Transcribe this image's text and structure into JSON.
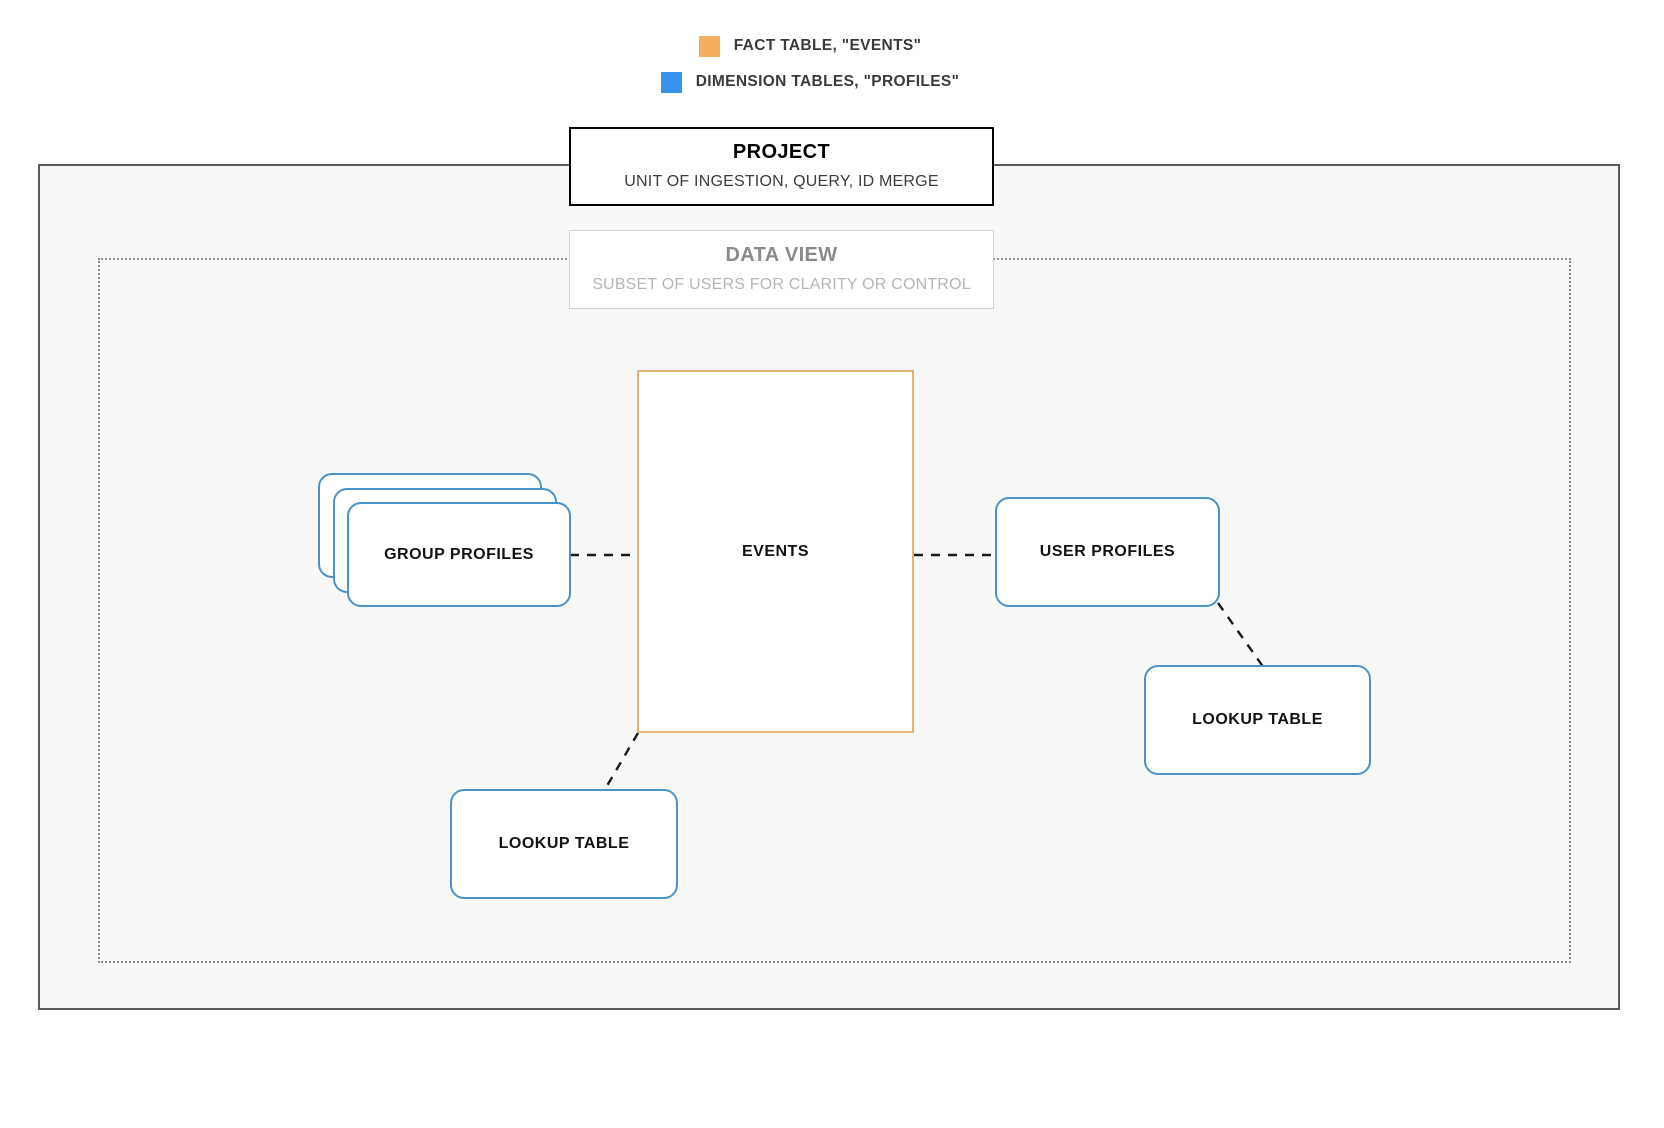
{
  "legend": {
    "items": [
      {
        "swatch_color": "#f5ad62",
        "label": "FACT TABLE, \"EVENTS\"",
        "icon": "orange-square-swatch"
      },
      {
        "swatch_color": "#3494ec",
        "label": "DIMENSION TABLES, \"PROFILES\"",
        "icon": "blue-square-swatch"
      }
    ]
  },
  "containers": {
    "project": {
      "title": "PROJECT",
      "subtitle": "UNIT OF INGESTION, QUERY, ID MERGE",
      "border_color": "#000000"
    },
    "data_view": {
      "title": "DATA VIEW",
      "subtitle": "SUBSET OF USERS FOR CLARITY OR CONTROL",
      "border_color": "#d2d2d2"
    }
  },
  "nodes": {
    "events": {
      "label": "EVENTS",
      "type": "fact",
      "color": "#e4b372"
    },
    "group_profiles": {
      "label": "GROUP PROFILES",
      "type": "dimension",
      "color": "#4a93c9",
      "stack_count": 3
    },
    "user_profiles": {
      "label": "USER PROFILES",
      "type": "dimension",
      "color": "#4a93c9"
    },
    "lookup_table_right": {
      "label": "LOOKUP TABLE",
      "type": "dimension",
      "color": "#4a93c9"
    },
    "lookup_table_bottom": {
      "label": "LOOKUP TABLE",
      "type": "dimension",
      "color": "#4a93c9"
    }
  },
  "connectors": [
    {
      "from": "group_profiles",
      "to": "events",
      "style": "dashed"
    },
    {
      "from": "events",
      "to": "user_profiles",
      "style": "dashed"
    },
    {
      "from": "user_profiles",
      "to": "lookup_table_right",
      "style": "dashed"
    },
    {
      "from": "events",
      "to": "lookup_table_bottom",
      "style": "dashed"
    }
  ]
}
